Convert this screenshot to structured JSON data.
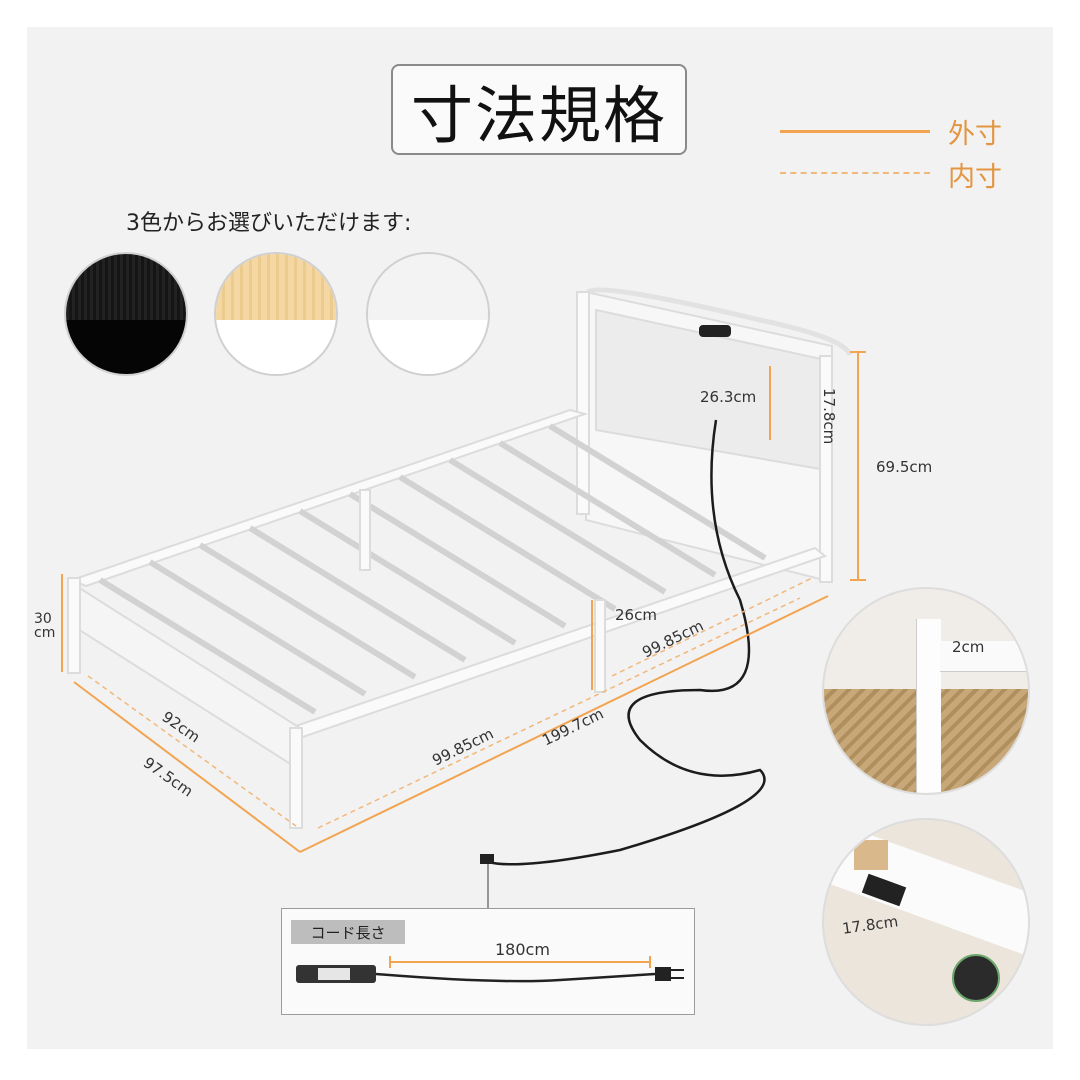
{
  "title": "寸法規格",
  "legend": {
    "outer": "外寸",
    "inner": "内寸"
  },
  "colors": {
    "caption": "3色からお選びいただけます:",
    "swatches": [
      {
        "name": "black",
        "top": "#1a1a1a",
        "bottom": "#050505"
      },
      {
        "name": "natural",
        "top": "#f2d49e",
        "bottom": "#ffffff"
      },
      {
        "name": "white",
        "top": "#f4f4f4",
        "bottom": "#ffffff"
      }
    ]
  },
  "dimensions": {
    "headboard_panel": "26.3cm",
    "shelf_depth": "17.8cm",
    "total_height": "69.5cm",
    "foot_height": "30\ncm",
    "under_clearance": "26cm",
    "inner_length_right": "99.85cm",
    "inner_width": "92cm",
    "outer_width": "97.5cm",
    "inner_length_front": "99.85cm",
    "outer_length": "199.7cm",
    "detail_thickness": "2cm",
    "detail_shelf": "17.8cm"
  },
  "cord": {
    "label": "コード長さ",
    "length": "180cm"
  },
  "accent_color": "#f2a451"
}
